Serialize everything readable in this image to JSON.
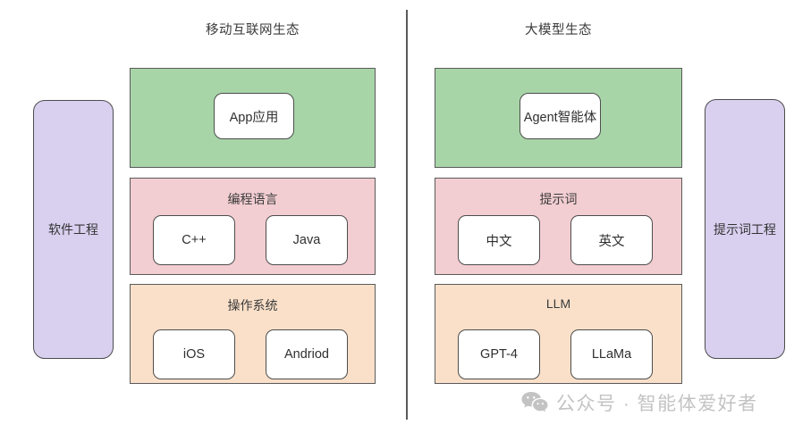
{
  "diagram": {
    "columns": [
      {
        "title": "移动互联网生态",
        "pillar": "软件工程",
        "layers": [
          {
            "title": "",
            "items": [
              "App应用"
            ]
          },
          {
            "title": "编程语言",
            "items": [
              "C++",
              "Java"
            ]
          },
          {
            "title": "操作系统",
            "items": [
              "iOS",
              "Andriod"
            ]
          }
        ]
      },
      {
        "title": "大模型生态",
        "pillar": "提示词工程",
        "layers": [
          {
            "title": "",
            "items": [
              "Agent智能体"
            ]
          },
          {
            "title": "提示词",
            "items": [
              "中文",
              "英文"
            ]
          },
          {
            "title": "LLM",
            "items": [
              "GPT-4",
              "LLaMa"
            ]
          }
        ]
      }
    ]
  },
  "watermark": {
    "icon": "wechat-icon",
    "text": "公众号 · 智能体爱好者"
  },
  "colors": {
    "green": "#a8d5a8",
    "pink": "#f2cdd1",
    "orange": "#fae0c9",
    "purple": "#d9cfef",
    "stroke": "#5a5a5a",
    "text": "#333333",
    "watermark": "#c3c3c3",
    "background": "#ffffff"
  }
}
